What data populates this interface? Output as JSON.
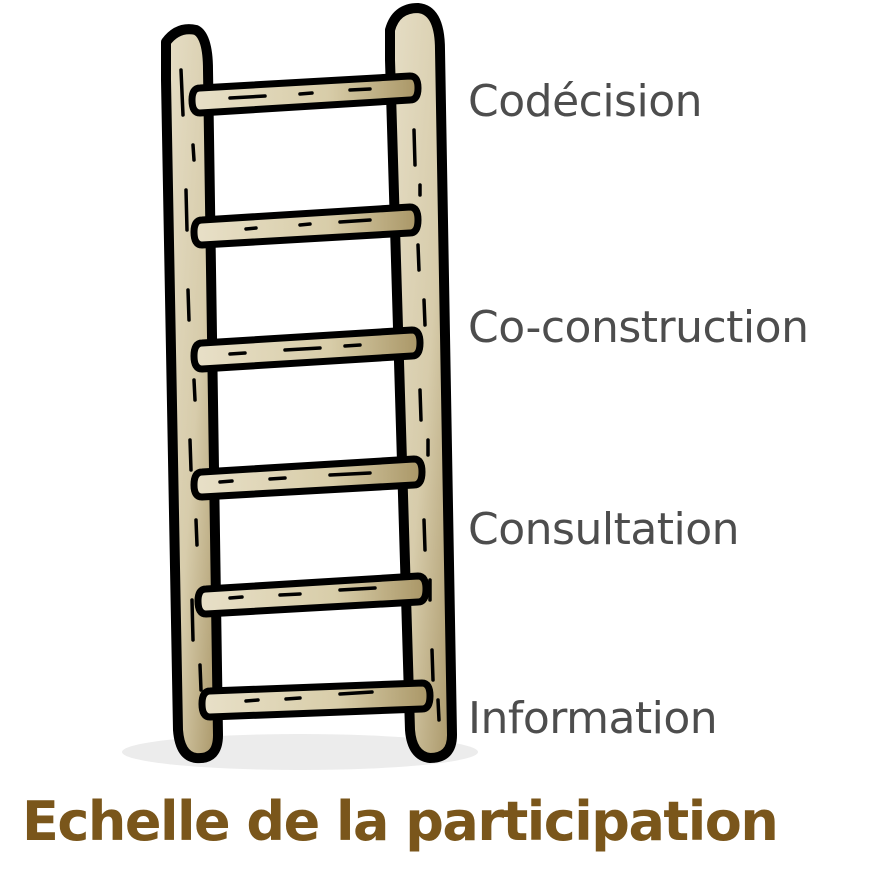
{
  "diagram": {
    "type": "participation-ladder",
    "title": "Echelle de la participation",
    "levels": [
      {
        "label": "Codécision",
        "rank": 4
      },
      {
        "label": "Co-construction",
        "rank": 3
      },
      {
        "label": "Consultation",
        "rank": 2
      },
      {
        "label": "Information",
        "rank": 1
      }
    ],
    "colors": {
      "title": "#7a561b",
      "labels": "#4d4d4d",
      "wood_light": "#e3dbc2",
      "wood_dark": "#a8976a",
      "outline": "#000000",
      "shadow": "#ececec"
    }
  }
}
